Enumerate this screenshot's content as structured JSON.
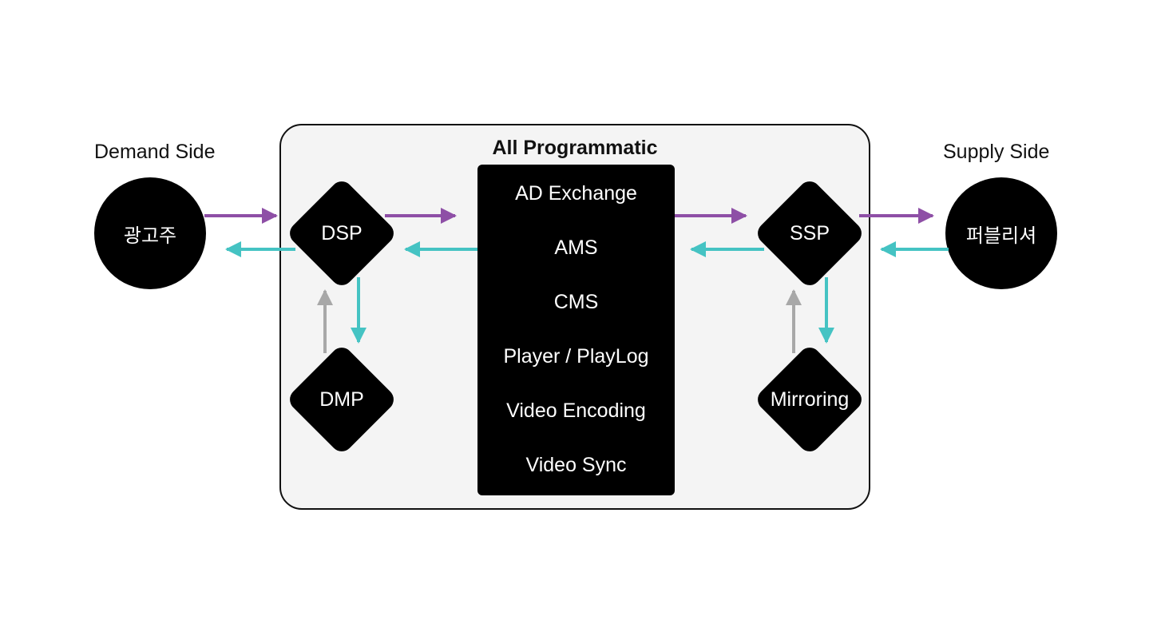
{
  "demand": {
    "label": "Demand Side",
    "node": "광고주"
  },
  "supply": {
    "label": "Supply Side",
    "node": "퍼블리셔"
  },
  "platform": {
    "title": "All Programmatic",
    "items": [
      "AD Exchange",
      "AMS",
      "CMS",
      "Player / PlayLog",
      "Video Encoding",
      "Video Sync"
    ]
  },
  "nodes": {
    "dsp": "DSP",
    "dmp": "DMP",
    "ssp": "SSP",
    "mirroring": "Mirroring"
  },
  "colors": {
    "forward": "#8e4fa6",
    "backward": "#45c3c3",
    "data": "#a8a8a8"
  }
}
